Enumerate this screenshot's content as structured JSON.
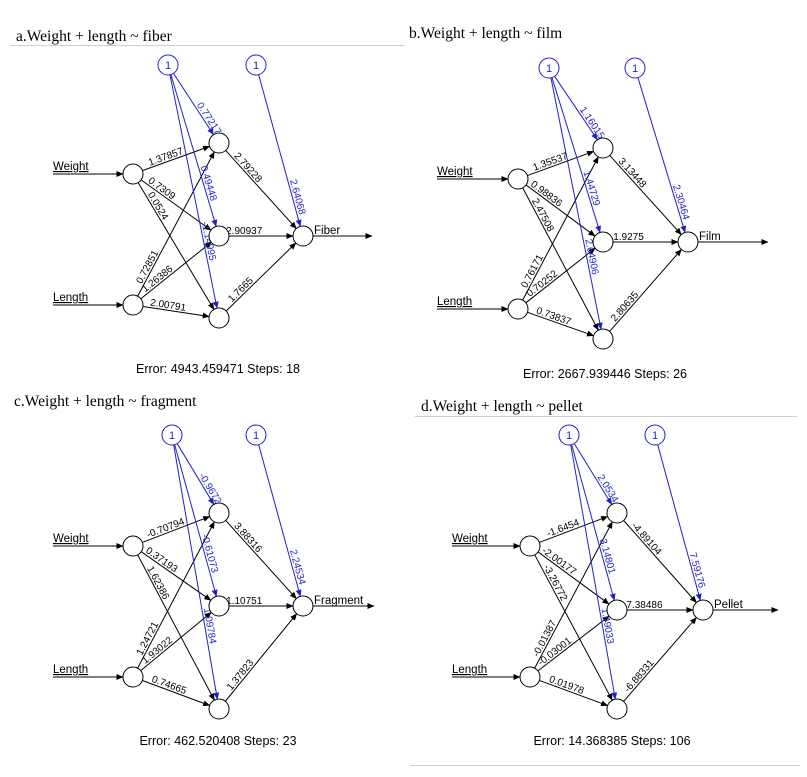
{
  "panels": [
    {
      "title": "a.Weight + length ~ fiber",
      "output": "Fiber",
      "error": "4943.459471",
      "steps": "18",
      "weights": {
        "in_hidden": [
          [
            "1.37857",
            "0.7309",
            "0.0524"
          ],
          [
            "0.72851",
            "1.26386",
            "2.00791"
          ]
        ],
        "bias_hidden": [
          "0.77217",
          "0.49448",
          "-1.14995"
        ],
        "hidden_out": [
          "2.79228",
          "2.90937",
          "1.7665"
        ],
        "bias_out": "2.64068"
      }
    },
    {
      "title": "b.Weight + length ~ film",
      "output": "Film",
      "error": "2667.939446",
      "steps": "26",
      "weights": {
        "in_hidden": [
          [
            "1.35537",
            "0.98836",
            "2.47508"
          ],
          [
            "0.76171",
            "0.70252",
            "0.73837"
          ]
        ],
        "bias_hidden": [
          "1.16015",
          "1.44729",
          "2.64906"
        ],
        "hidden_out": [
          "3.13448",
          "1.9275",
          "2.80635"
        ],
        "bias_out": "2.30464"
      }
    },
    {
      "title": "c.Weight + length ~ fragment",
      "output": "Fragment",
      "error": "462.520408",
      "steps": "23",
      "weights": {
        "in_hidden": [
          [
            "-0.70794",
            "0.37193",
            "1.62386"
          ],
          [
            "1.24721",
            "1.93022",
            "0.74665"
          ]
        ],
        "bias_hidden": [
          "-0.9672",
          "-0.61073",
          "1.09784"
        ],
        "hidden_out": [
          "3.88316",
          "1.10751",
          "1.37823"
        ],
        "bias_out": "2.24534"
      }
    },
    {
      "title": "d.Weight + length ~ pellet",
      "output": "Pellet",
      "error": "14.368385",
      "steps": "106",
      "weights": {
        "in_hidden": [
          [
            "-1.6454",
            "-2.00177",
            "-3.26772"
          ],
          [
            "-0.01387",
            "-0.03001",
            "0.01978"
          ]
        ],
        "bias_hidden": [
          "2.0534",
          "3.14801",
          "1.49033"
        ],
        "hidden_out": [
          "-4.89104",
          "-7.38486",
          "-6.88331"
        ],
        "bias_out": "7.59176"
      }
    }
  ],
  "labels": {
    "input1": "Weight",
    "input2": "Length",
    "bias": "1",
    "error_prefix": "Error:",
    "steps_prefix": "Steps:"
  },
  "colors": {
    "black_edges": "#000000",
    "bias_edges": "#1f1fd0"
  }
}
